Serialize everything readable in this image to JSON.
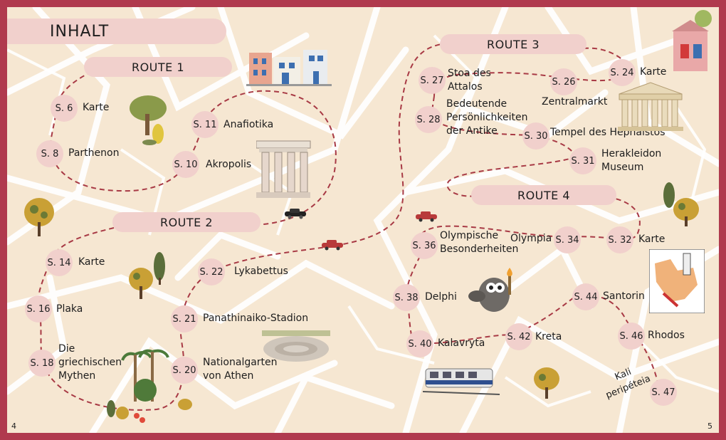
{
  "title": "INHALT",
  "routes": [
    {
      "label": "ROUTE 1"
    },
    {
      "label": "ROUTE 2"
    },
    {
      "label": "ROUTE 3"
    },
    {
      "label": "ROUTE 4"
    }
  ],
  "stops": [
    {
      "page": "S. 6",
      "name": "Karte"
    },
    {
      "page": "S. 8",
      "name": "Parthenon"
    },
    {
      "page": "S. 11",
      "name": "Anafiotika"
    },
    {
      "page": "S. 10",
      "name": "Akropolis"
    },
    {
      "page": "S. 14",
      "name": "Karte"
    },
    {
      "page": "S. 16",
      "name": "Plaka"
    },
    {
      "page": "S. 18",
      "name_lines": [
        "Die",
        "griechischen",
        "Mythen"
      ]
    },
    {
      "page": "S. 22",
      "name": "Lykabettus"
    },
    {
      "page": "S. 21",
      "name": "Panathinaiko-Stadion"
    },
    {
      "page": "S. 20",
      "name_lines": [
        "Nationalgarten",
        "von Athen"
      ]
    },
    {
      "page": "S. 27",
      "name_lines": [
        "Stoa des",
        "Attalos"
      ]
    },
    {
      "page": "S. 26",
      "name": "Zentralmarkt"
    },
    {
      "page": "S. 24",
      "name": "Karte"
    },
    {
      "page": "S. 28",
      "name_lines": [
        "Bedeutende",
        "Persönlichkeiten",
        "der Antike"
      ]
    },
    {
      "page": "S. 30",
      "name": "Tempel des Hephaistos"
    },
    {
      "page": "S. 31",
      "name_lines": [
        "Herakleidon",
        "Museum"
      ]
    },
    {
      "page": "S. 36",
      "name_lines": [
        "Olympische",
        "Besonderheiten"
      ]
    },
    {
      "page": "S. 34",
      "name": "Olympia"
    },
    {
      "page": "S. 32",
      "name": "Karte"
    },
    {
      "page": "S. 38",
      "name": "Delphi"
    },
    {
      "page": "S. 44",
      "name": "Santorin"
    },
    {
      "page": "S. 46",
      "name": "Rhodos"
    },
    {
      "page": "S. 40",
      "name": "Kalavryta"
    },
    {
      "page": "S. 42",
      "name": "Kreta"
    },
    {
      "page": "S. 47",
      "name_lines": [
        "Kali",
        "peripéteia"
      ]
    }
  ],
  "page_numbers": {
    "left": "4",
    "right": "5"
  },
  "colors": {
    "border": "#b03a4e",
    "paper": "#f6e7d2",
    "pill": "#f1d0cc",
    "path": "#a83a45",
    "streets": "#ffffff"
  }
}
